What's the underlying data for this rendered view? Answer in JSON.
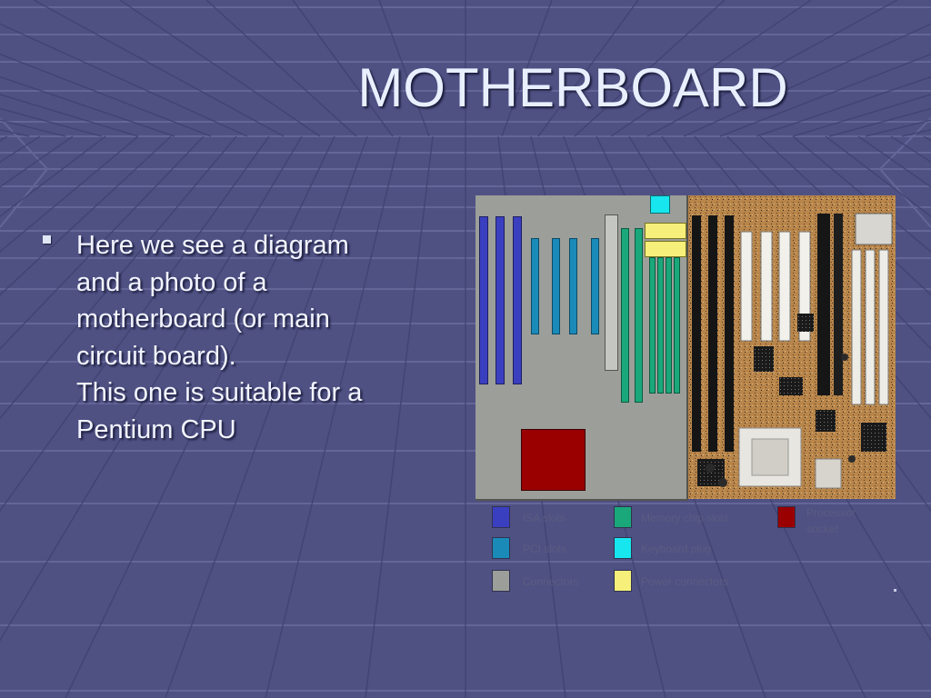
{
  "slide": {
    "title": "MOTHERBOARD",
    "bullet_lines": [
      "Here we see a diagram",
      "and a photo of a",
      "motherboard (or main",
      "circuit board).",
      "This one is suitable for a",
      "Pentium CPU"
    ]
  },
  "figure": {
    "legend": [
      {
        "label": "ISA slots",
        "color": "#3a3fc0"
      },
      {
        "label": "Memory chip slots",
        "color": "#1aa87a"
      },
      {
        "label": "Processor socket",
        "color": "#9a0000"
      },
      {
        "label": "PCI slots",
        "color": "#1a8ab8"
      },
      {
        "label": "Keyboard plug",
        "color": "#18e6ee"
      },
      {
        "label": "Connectors",
        "color": "#9c9e99"
      },
      {
        "label": "Power connectors",
        "color": "#f6f07a"
      }
    ]
  },
  "colors": {
    "background": "#4f5183",
    "isa": "#3a3fc0",
    "pci": "#1a8ab8",
    "memory": "#1aa87a",
    "connector": "#c4c6c2",
    "keyboard": "#18e6ee",
    "power": "#f6f07a",
    "cpu": "#9a0000"
  }
}
